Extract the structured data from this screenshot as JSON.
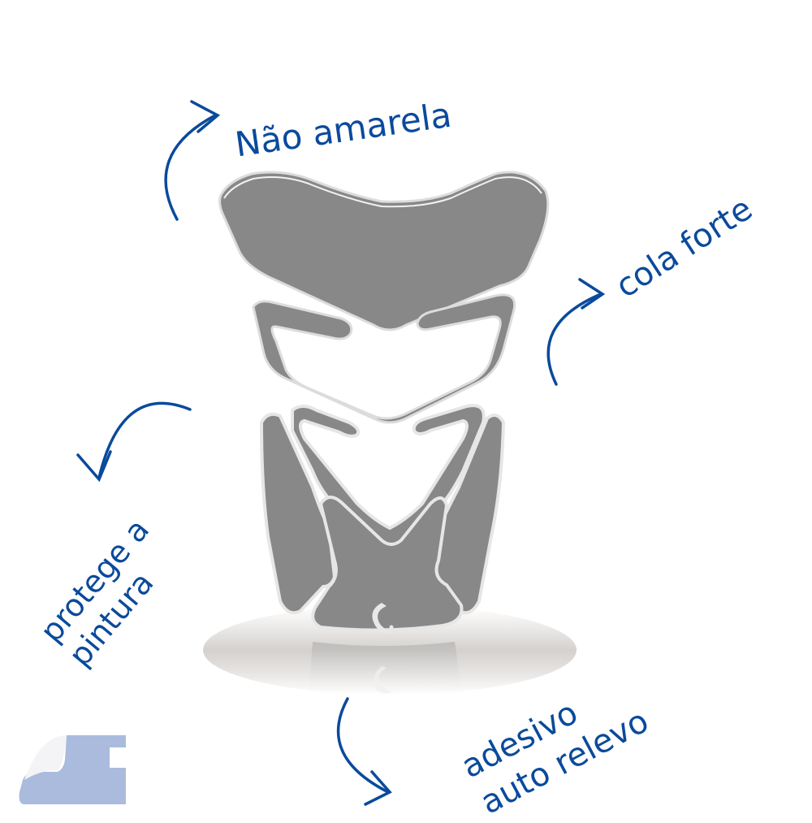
{
  "annotations": {
    "top": "Não amarela",
    "right": "cola forte",
    "left_line1": "protege a",
    "left_line2": "pintura",
    "bottom_line1": "adesivo",
    "bottom_line2": "auto relevo"
  },
  "product": {
    "name": "tank-pad",
    "color": "#888888",
    "edge_highlight": "#e8e8e8"
  },
  "colors": {
    "annotation_blue": "#0a4a9c",
    "logo_block": "#aabbdd",
    "background": "#ffffff"
  }
}
